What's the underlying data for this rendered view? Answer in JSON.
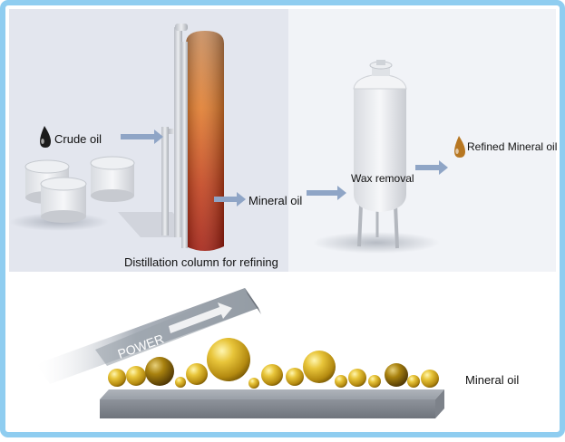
{
  "labels": {
    "crude_oil": "Crude oil",
    "mineral_oil": "Mineral oil",
    "wax_removal": "Wax removal",
    "refined_mineral_oil": "Refined Mineral oil",
    "distillation": "Distillation column for refining",
    "power": "POWER",
    "bottom_mineral_oil": "Mineral oil"
  },
  "colors": {
    "frame_border": "#8fcdf0",
    "top_left_panel": "#e3e6ee",
    "top_right_panel": "#f1f3f7",
    "arrow": "#8fa5c6",
    "gold": "#c9a21c",
    "column_top": "#c4895a",
    "column_bottom": "#a11d10"
  },
  "icons": {
    "crude_oil": "black-oil-drop-icon",
    "refined_oil": "amber-oil-drop-icon"
  }
}
